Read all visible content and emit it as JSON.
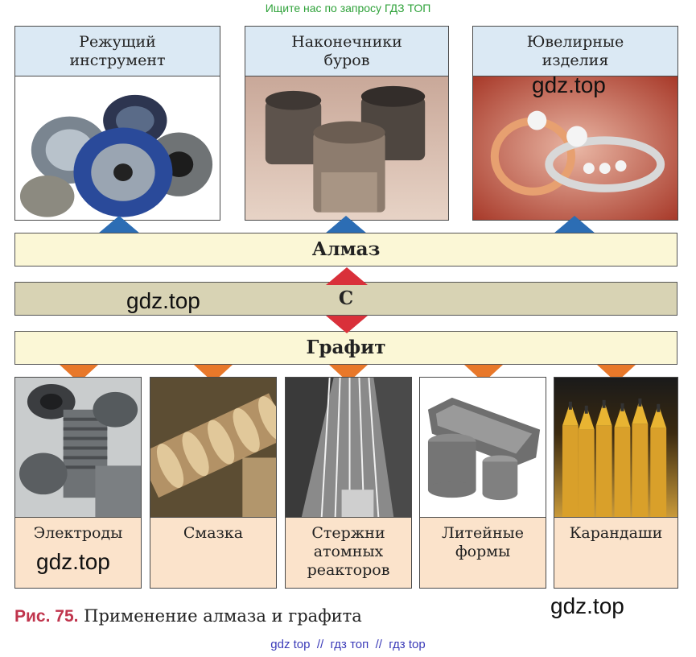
{
  "banner": "Ищите нас по запросу ГДЗ ТОП",
  "diamond_uses": [
    {
      "label": "Режущий\nинструмент"
    },
    {
      "label": "Наконечники\nбуров"
    },
    {
      "label": "Ювелирные\nизделия"
    }
  ],
  "bands": {
    "diamond": "Алмаз",
    "carbon": "С",
    "graphite": "Графит"
  },
  "graphite_uses": [
    {
      "label": "Электроды"
    },
    {
      "label": "Смазка"
    },
    {
      "label": "Стержни\nатомных\nреакторов"
    },
    {
      "label": "Литейные\nформы"
    },
    {
      "label": "Карандаши"
    }
  ],
  "watermark": "gdz.top",
  "caption": {
    "figure": "Рис. 75.",
    "text": "Применение алмаза и графита"
  },
  "footer": "gdz top  //  гдз топ  //  гдз top",
  "colors": {
    "card_head": "#dbe9f4",
    "band_light": "#fbf7d6",
    "band_dark": "#d8d3b4",
    "bottom_label": "#fbe3cb",
    "arrow_blue": "#2c6db4",
    "arrow_red": "#d9303a",
    "arrow_orange": "#e8782a",
    "caption_accent": "#c0354d"
  }
}
